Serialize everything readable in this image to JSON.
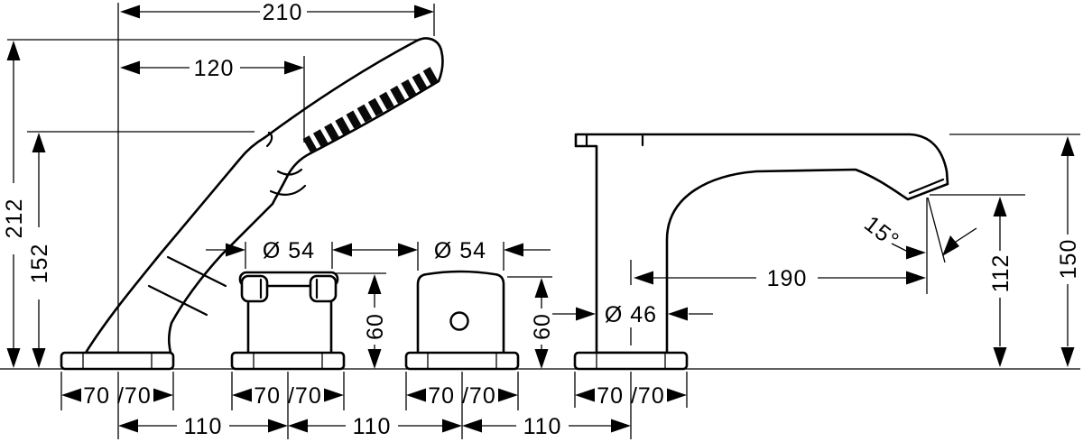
{
  "colors": {
    "ink": "#000000",
    "paper": "#ffffff"
  },
  "labels": {
    "d210": "210",
    "d120": "120",
    "d212": "212",
    "d152": "152",
    "d54a": "Ø 54",
    "d54b": "Ø 54",
    "d60a": "60",
    "d60b": "60",
    "d46": "Ø 46",
    "d190": "190",
    "d15": "15°",
    "d112": "112",
    "d150": "150",
    "d70a": "70 /70",
    "d70b": "70 /70",
    "d70c": "70 /70",
    "d70d": "70 /70",
    "d110a": "110",
    "d110b": "110",
    "d110c": "110"
  }
}
